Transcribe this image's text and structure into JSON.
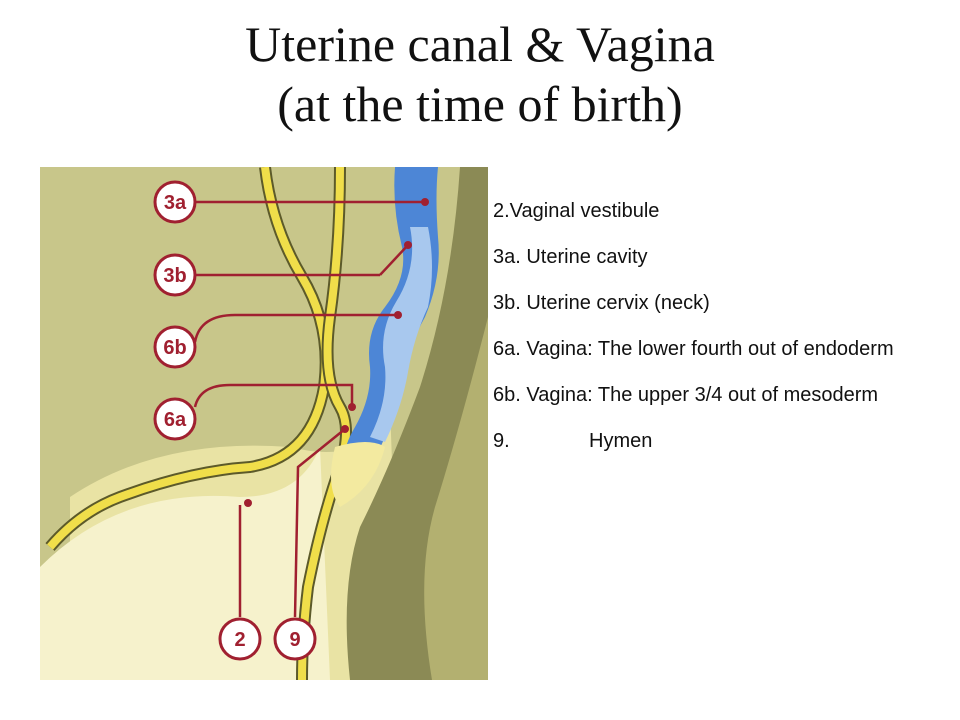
{
  "title": {
    "line1": "Uterine canal & Vagina",
    "line2": "(at the time of birth)"
  },
  "diagram": {
    "labels": [
      "3a",
      "3b",
      "6b",
      "6a",
      "2",
      "9"
    ]
  },
  "legend": {
    "items": [
      {
        "text": "2.Vaginal vestibule"
      },
      {
        "text": "3a. Uterine cavity"
      },
      {
        "text": "3b. Uterine cervix (neck)"
      },
      {
        "text": "6a. Vagina: The lower fourth out of endoderm"
      },
      {
        "text": "6b. Vagina: The upper 3/4 out of mesoderm"
      },
      {
        "num": "9.",
        "label": "Hymen"
      }
    ]
  }
}
